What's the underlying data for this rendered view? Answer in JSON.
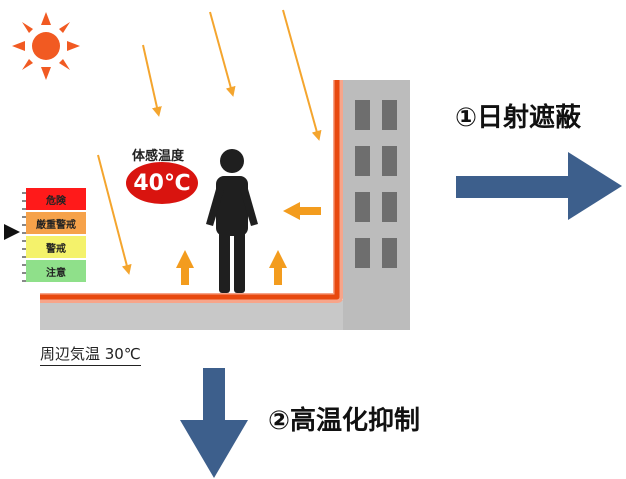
{
  "colors": {
    "sun": "#f15a22",
    "sun_ray_arrow": "#f4a52e",
    "heat_arrow": "#f39c1e",
    "hot_surface": "#e8490f",
    "ground": "#c8c8c8",
    "building": "#bcbcbc",
    "window": "#6e6e6e",
    "person": "#1f1f1f",
    "badge": "#d9140f",
    "blue_arrow": "#3d5f8c"
  },
  "temperature": {
    "title": "体感温度",
    "value": "40℃"
  },
  "alert_levels": [
    {
      "label": "危険",
      "color": "#ff1a1a"
    },
    {
      "label": "厳重警戒",
      "color": "#f6a24a"
    },
    {
      "label": "警戒",
      "color": "#f4f26b"
    },
    {
      "label": "注意",
      "color": "#8fe08a"
    }
  ],
  "current_level_indicator": "black-triangle",
  "ambient": "周辺気温 30℃",
  "measures": {
    "step1": "①日射遮蔽",
    "step2": "②高温化抑制"
  }
}
